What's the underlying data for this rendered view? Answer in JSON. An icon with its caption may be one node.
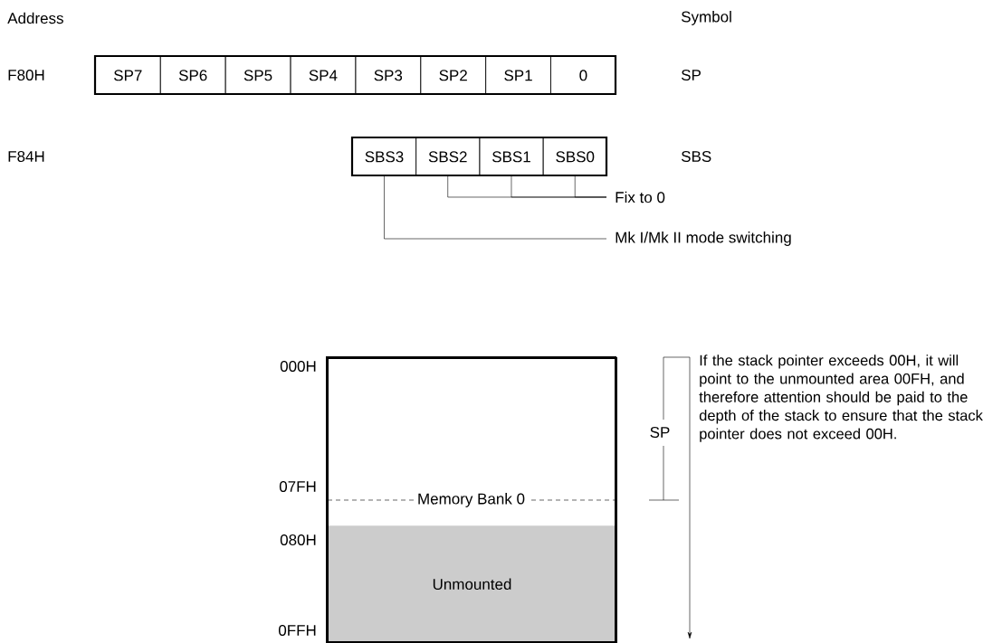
{
  "diagram": {
    "nodes": [
      {
        "text": [
          "SP7"
        ]
      },
      {
        "text": [
          "SP6"
        ]
      },
      {
        "text": [
          "SP5"
        ]
      },
      {
        "text": [
          "SP4"
        ]
      },
      {
        "text": [
          "SP3"
        ]
      },
      {
        "text": [
          "SP2"
        ]
      },
      {
        "text": [
          "SP1"
        ]
      },
      {
        "text": [
          "0"
        ]
      },
      {
        "text": [
          "SBS3"
        ]
      },
      {
        "text": [
          "SBS2"
        ]
      },
      {
        "text": [
          "SBS1"
        ]
      },
      {
        "text": [
          "SBS0"
        ]
      },
      {
        "text": [
          "Fix to 0"
        ]
      },
      {
        "text": [
          "Mk I/Mk II mode switching"
        ]
      },
      {
        "text": [
          "Memory Bank 0"
        ]
      },
      {
        "text": [
          "Unmounted"
        ],
        "in": 14
      }
    ],
    "edges": [
      {
        "from": 9,
        "to": 12,
        "arrow": "none"
      },
      {
        "from": 10,
        "to": 12,
        "arrow": "none"
      },
      {
        "from": 11,
        "to": 12,
        "arrow": "none"
      },
      {
        "from": 8,
        "to": 13,
        "arrow": "none"
      }
    ],
    "labels": [
      "Address",
      "Symbol",
      "F80H",
      "SP",
      "F84H",
      "SBS",
      "000H",
      "07FH",
      "080H",
      "0FFH",
      "SP",
      "If the stack pointer exceeds 00H, it will point to the unmounted area 00FH, and therefore attention should be paid to the depth of the stack to ensure that the stack pointer does not exceed 00H."
    ]
  }
}
